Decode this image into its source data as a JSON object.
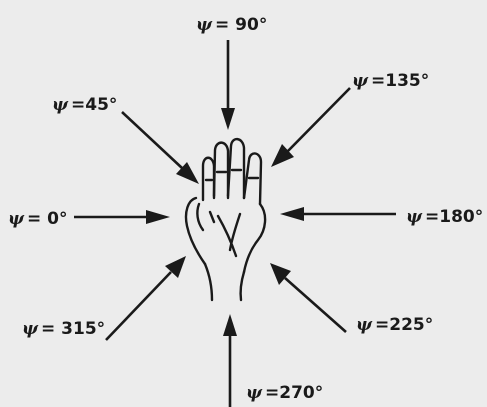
{
  "figure": {
    "labels": [
      {
        "id": "psi-0",
        "symbol": "ψ",
        "value": "= 0°"
      },
      {
        "id": "psi-45",
        "symbol": "ψ",
        "value": "=45°"
      },
      {
        "id": "psi-90",
        "symbol": "ψ",
        "value": "= 90°"
      },
      {
        "id": "psi-135",
        "symbol": "ψ",
        "value": "=135°"
      },
      {
        "id": "psi-180",
        "symbol": "ψ",
        "value": "=180°"
      },
      {
        "id": "psi-225",
        "symbol": "ψ",
        "value": "=225°"
      },
      {
        "id": "psi-270",
        "symbol": "ψ",
        "value": "=270°"
      },
      {
        "id": "psi-315",
        "symbol": "ψ",
        "value": "= 315°"
      }
    ],
    "colors": {
      "ink": "#1a1a1a",
      "background": "#ececec"
    },
    "icon": "hand-icon"
  }
}
